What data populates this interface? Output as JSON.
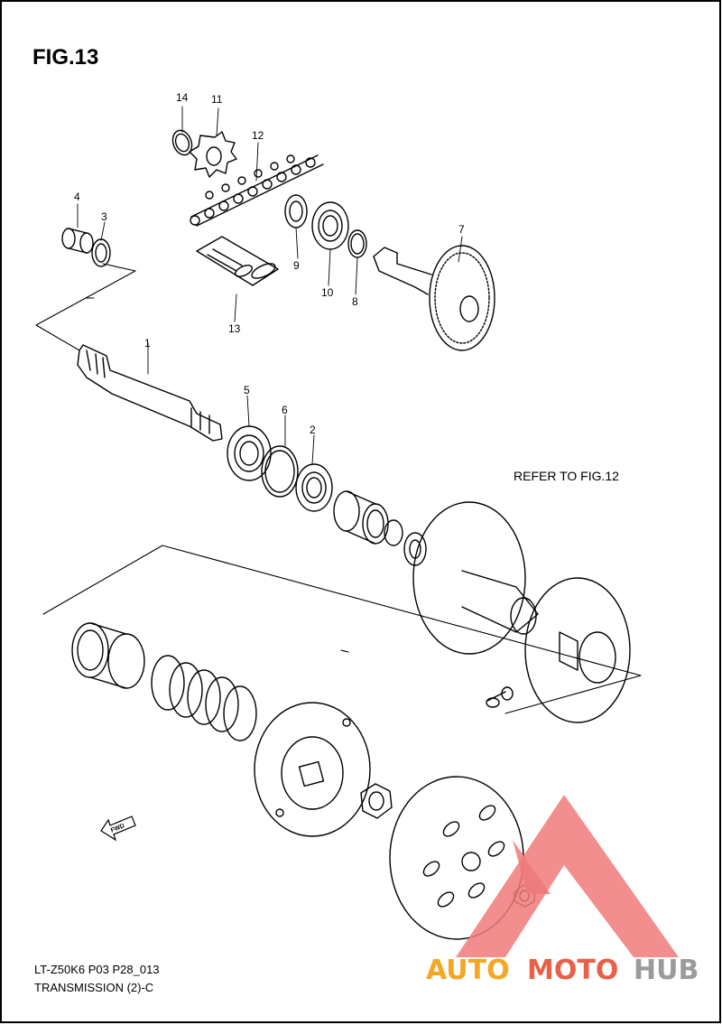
{
  "figure": {
    "title": "FIG.13",
    "refer_note": "REFER TO FIG.12",
    "model_code": "LT-Z50K6 P03 P28_013",
    "section_title": "TRANSMISSION (2)-C"
  },
  "callouts": [
    "1",
    "2",
    "3",
    "4",
    "5",
    "6",
    "7",
    "8",
    "9",
    "10",
    "11",
    "12",
    "13",
    "14"
  ],
  "fwd_label": "FWD",
  "watermark": {
    "part1": "AUTO",
    "part2": "MOTO",
    "part3": "HUB",
    "colors": {
      "triangle": "#f07a7a",
      "auto": "#f5a623",
      "moto": "#e8604a",
      "hub": "#9b9b9b"
    }
  },
  "colors": {
    "line": "#000000",
    "background": "#ffffff",
    "border": "#000000"
  }
}
